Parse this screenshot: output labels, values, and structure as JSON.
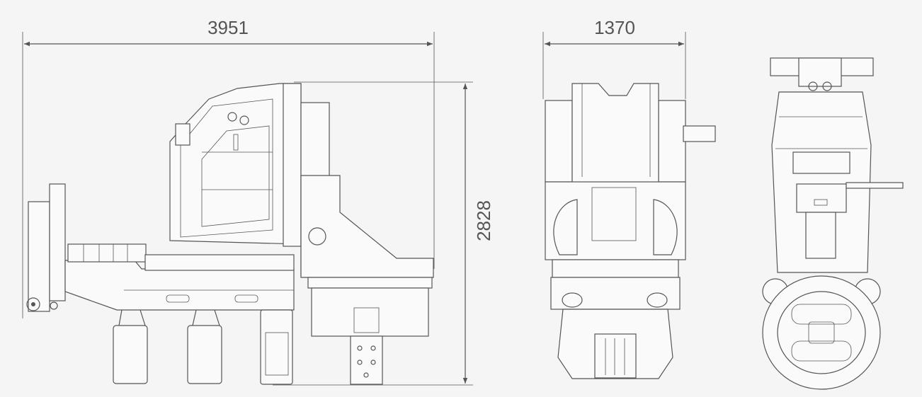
{
  "dimensions": {
    "overall_length": "3951",
    "overall_height": "2828",
    "overall_width": "1370"
  },
  "colors": {
    "background": "#f5f5f5",
    "line": "#555555",
    "fill": "#fafafa"
  }
}
